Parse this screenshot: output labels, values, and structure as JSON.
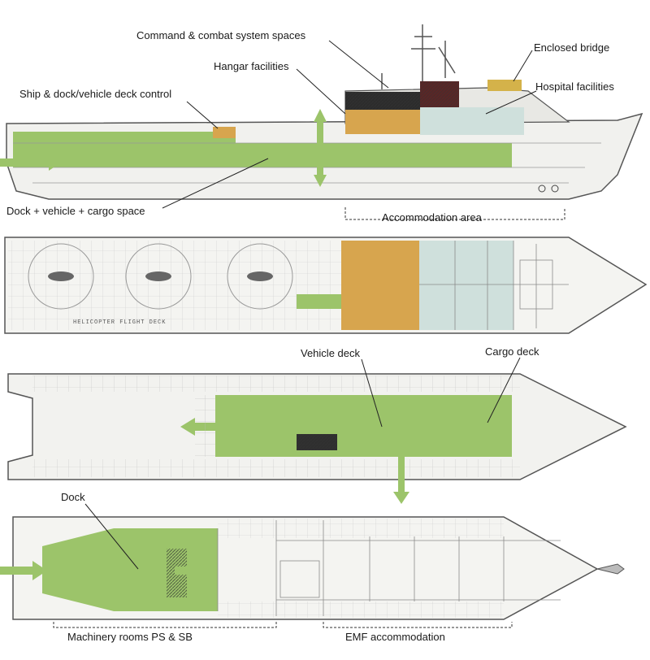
{
  "labels": {
    "command": "Command & combat system spaces",
    "hangar": "Hangar facilities",
    "bridge": "Enclosed bridge",
    "ship_control": "Ship & dock/vehicle deck control",
    "hospital": "Hospital facilities",
    "dock_vehicle_cargo": "Dock + vehicle + cargo space",
    "accommodation": "Accommodation area",
    "vehicle_deck": "Vehicle deck",
    "cargo_deck": "Cargo deck",
    "dock": "Dock",
    "machinery": "Machinery rooms PS & SB",
    "emf": "EMF accommodation",
    "flight_deck": "HELICOPTER FLIGHT DECK"
  },
  "colors": {
    "green": "#9cc46a",
    "orange": "#d7a54e",
    "maroon": "#5a2626",
    "lightblue": "#cfe0dc",
    "gold": "#d4b24a",
    "line": "#6b6b6b"
  }
}
